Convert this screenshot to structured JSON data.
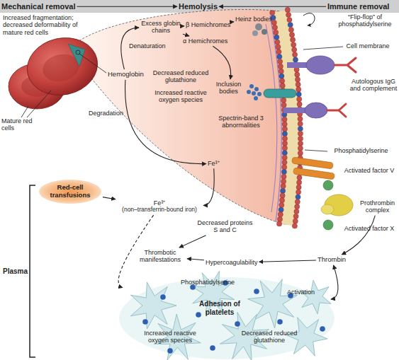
{
  "diagram": {
    "nodes": [
      {
        "text": [
          "Mechanical removal"
        ]
      },
      {
        "text": [
          "Hemolysis"
        ]
      },
      {
        "text": [
          "Immune removal"
        ]
      },
      {
        "text": [
          "Hemoglobin"
        ]
      },
      {
        "text": [
          "Excess globin chains"
        ]
      },
      {
        "text": [
          "β Hemichromes"
        ]
      },
      {
        "text": [
          "α Hemichromes"
        ]
      },
      {
        "text": [
          "Heinz bodies"
        ]
      },
      {
        "text": [
          "Inclusion bodies"
        ]
      },
      {
        "text": [
          "Fe³⁺"
        ]
      },
      {
        "text": [
          "Red-cell transfusions"
        ]
      },
      {
        "text": [
          "Fe³⁺",
          "(non–transferrin-bound iron)"
        ]
      },
      {
        "text": [
          "Decreased proteins S and C"
        ]
      },
      {
        "text": [
          "Thrombotic manifestations"
        ]
      },
      {
        "text": [
          "Hypercoagulability"
        ]
      },
      {
        "text": [
          "Thrombin"
        ]
      },
      {
        "text": [
          "Prothrombin complex"
        ]
      },
      {
        "text": [
          "Phosphatidylserine",
          "Adhesion of platelets",
          "Increased reactive oxygen species",
          "Decreased reduced glutathione"
        ]
      }
    ],
    "edges": [
      {
        "from": 0,
        "to": 1,
        "arrow": "to"
      },
      {
        "from": 2,
        "to": 1,
        "arrow": "to"
      },
      {
        "from": 3,
        "to": 4,
        "label": "Denaturation",
        "arrow": "to"
      },
      {
        "from": 4,
        "to": 5,
        "arrow": "to"
      },
      {
        "from": 4,
        "to": 6,
        "arrow": "to"
      },
      {
        "from": 5,
        "to": 7,
        "arrow": "to"
      },
      {
        "from": 6,
        "to": 8,
        "arrow": "to"
      },
      {
        "from": 3,
        "to": 9,
        "label": "Degradation",
        "arrow": "to"
      },
      {
        "from": 9,
        "to": 11,
        "arrow": "to"
      },
      {
        "from": 10,
        "to": 11,
        "arrow": "to"
      },
      {
        "from": 12,
        "to": 13,
        "arrow": "to"
      },
      {
        "from": 14,
        "to": 13,
        "arrow": "to"
      },
      {
        "from": 15,
        "to": 14,
        "arrow": "to"
      },
      {
        "from": 16,
        "to": 15,
        "arrow": "to"
      },
      {
        "from": 15,
        "to": 17,
        "label": "Activation",
        "arrow": "both"
      },
      {
        "from": 11,
        "to": 17,
        "arrow": "to"
      }
    ],
    "labels": [
      "Increased fragmentation; decreased deformability of mature red cells",
      "Mature red cells",
      "Decreased reduced glutathione",
      "Increased reactive oxygen species",
      "“Flip-flop” of phosphatidylserine",
      "Cell membrane",
      "Spectrin-band 3 abnormalities",
      "Autologous IgG and complement",
      "Phosphatidylserine",
      "Activated factor V",
      "Activated factor X",
      "Plasma"
    ]
  }
}
